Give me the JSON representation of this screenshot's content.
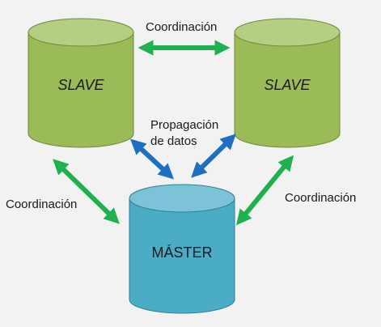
{
  "diagram": {
    "slave_left_label": "SLAVE",
    "slave_right_label": "SLAVE",
    "master_label": "MÁSTER",
    "top_coordination_label": "Coordinación",
    "left_coordination_label": "Coordinación",
    "right_coordination_label": "Coordinación",
    "propagation_label_line1": "Propagación",
    "propagation_label_line2": "de datos"
  },
  "colors": {
    "slave_fill": "#9bbb59",
    "slave_top": "#b5cf82",
    "slave_stroke": "#6f8a3a",
    "master_fill": "#4bacc6",
    "master_top": "#7cc3d8",
    "master_stroke": "#2f7f96",
    "green_arrow": "#1fb14f",
    "blue_arrow": "#1f6fc1",
    "background": "#f2f2f2"
  }
}
